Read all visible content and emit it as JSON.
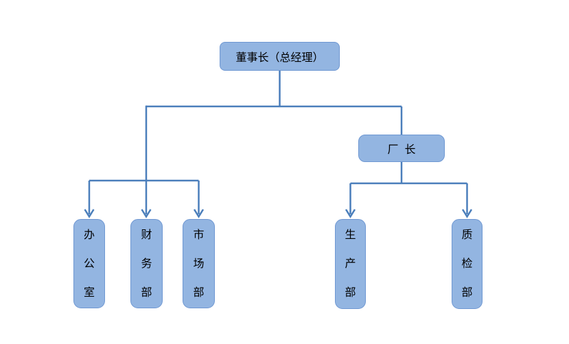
{
  "colors": {
    "background": "#ffffff",
    "node_fill": "#93b5e1",
    "node_border": "#6e97d2",
    "connector": "#4a7ebb",
    "text": "#000000"
  },
  "org_chart": {
    "root": {
      "label": "董事长（总经理）"
    },
    "factory_director": {
      "label": "厂  长"
    },
    "departments": {
      "office": {
        "label": "办\n公\n室"
      },
      "finance": {
        "label": "财\n务\n部"
      },
      "market": {
        "label": "市\n场\n部"
      },
      "production": {
        "label": "生\n产\n部"
      },
      "quality": {
        "label": "质\n检\n部"
      }
    }
  }
}
